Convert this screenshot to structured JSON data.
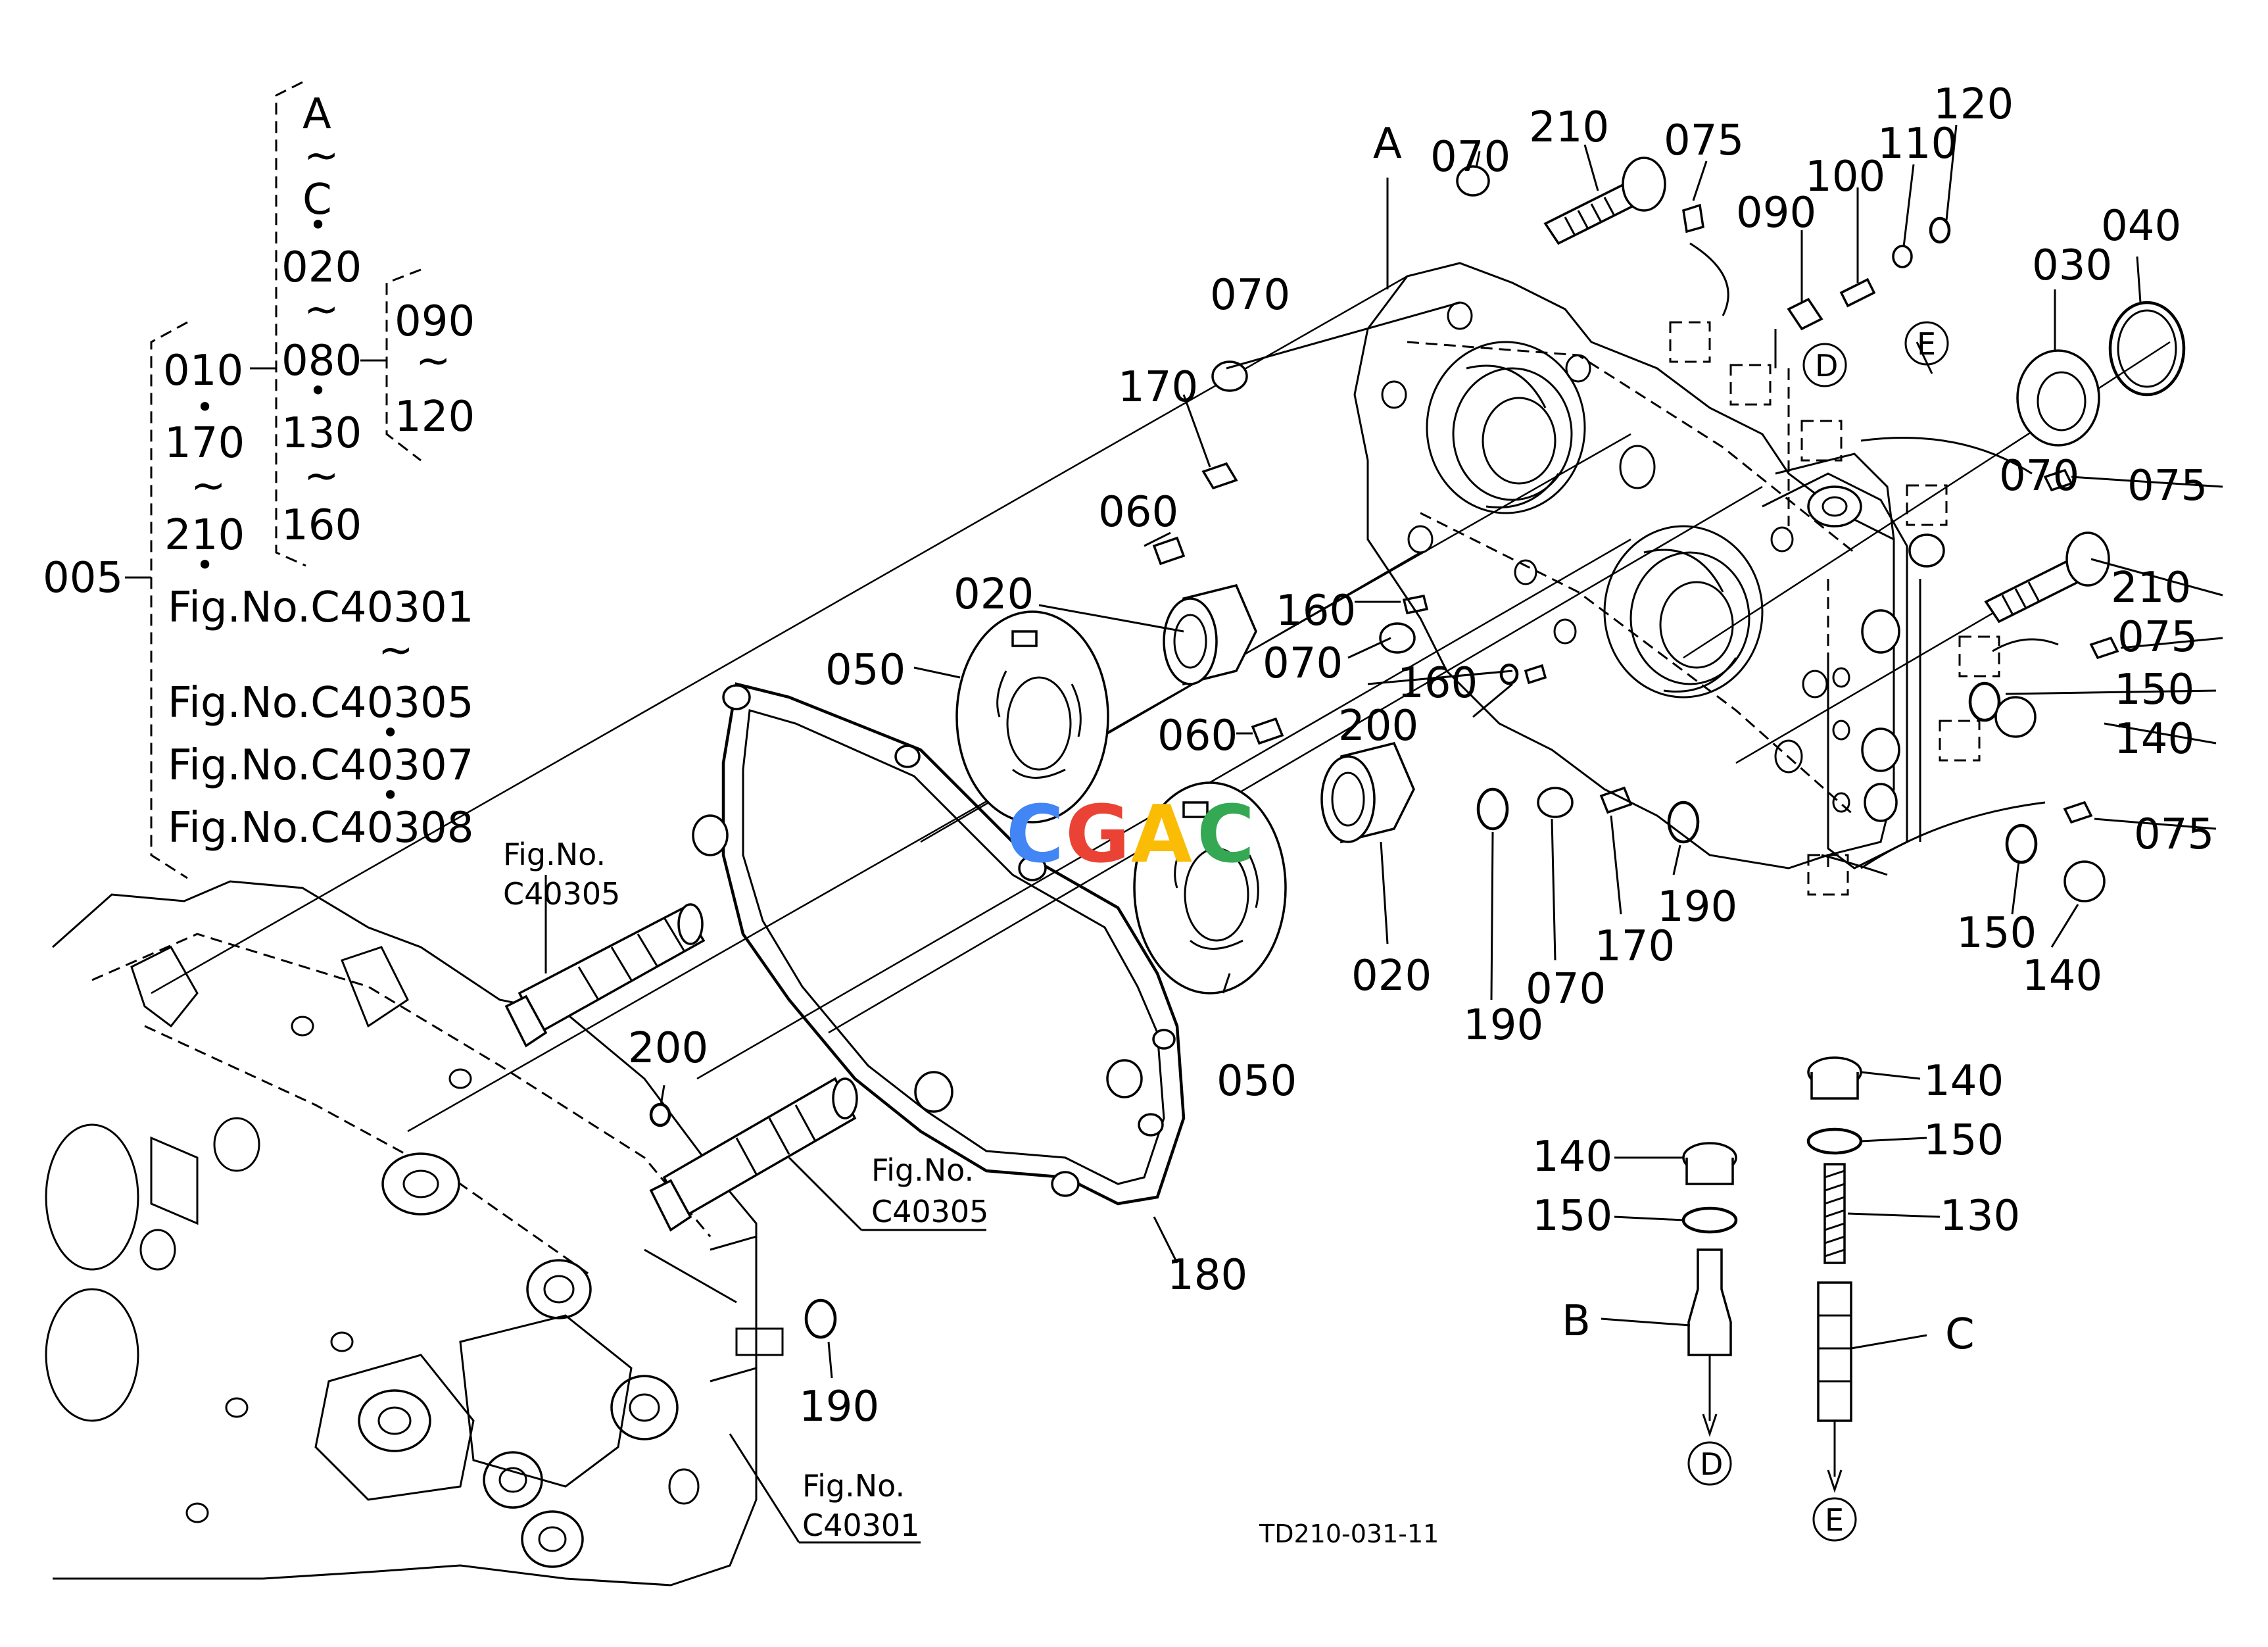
{
  "labels": {
    "ref_A": "A",
    "tilde": "~",
    "ref_C": "C",
    "dot": "•",
    "p020_tree": "020",
    "p080_tree": "080",
    "p130_tree": "130",
    "p160_tree": "160",
    "p090_tree": "090",
    "p120_tree": "120",
    "p010_tree": "010",
    "p170_tree": "170",
    "p210_tree": "210",
    "p005_tree": "005",
    "fig1": "Fig.No.C40301",
    "fig2": "Fig.No.C40305",
    "fig3": "Fig.No.C40307",
    "fig4": "Fig.No.C40308",
    "fig_no": "Fig.No.",
    "c40305": "C40305",
    "c40301": "C40301",
    "p070": "070",
    "p210": "210",
    "p075": "075",
    "p120": "120",
    "p110": "110",
    "p100": "100",
    "p090": "090",
    "p030": "030",
    "p040": "040",
    "p170": "170",
    "p060": "060",
    "p020": "020",
    "p050": "050",
    "p160": "160",
    "p200": "200",
    "p150": "150",
    "p140": "140",
    "p190": "190",
    "p180": "180",
    "p130": "130",
    "ref_B": "B",
    "ref_D": "D",
    "ref_E": "E",
    "code": "TD210-031-11"
  },
  "watermark": {
    "letters": [
      "C",
      "G",
      "A",
      "C"
    ],
    "colors": [
      "#4285F4",
      "#EA4335",
      "#FBBC05",
      "#34A853"
    ]
  }
}
